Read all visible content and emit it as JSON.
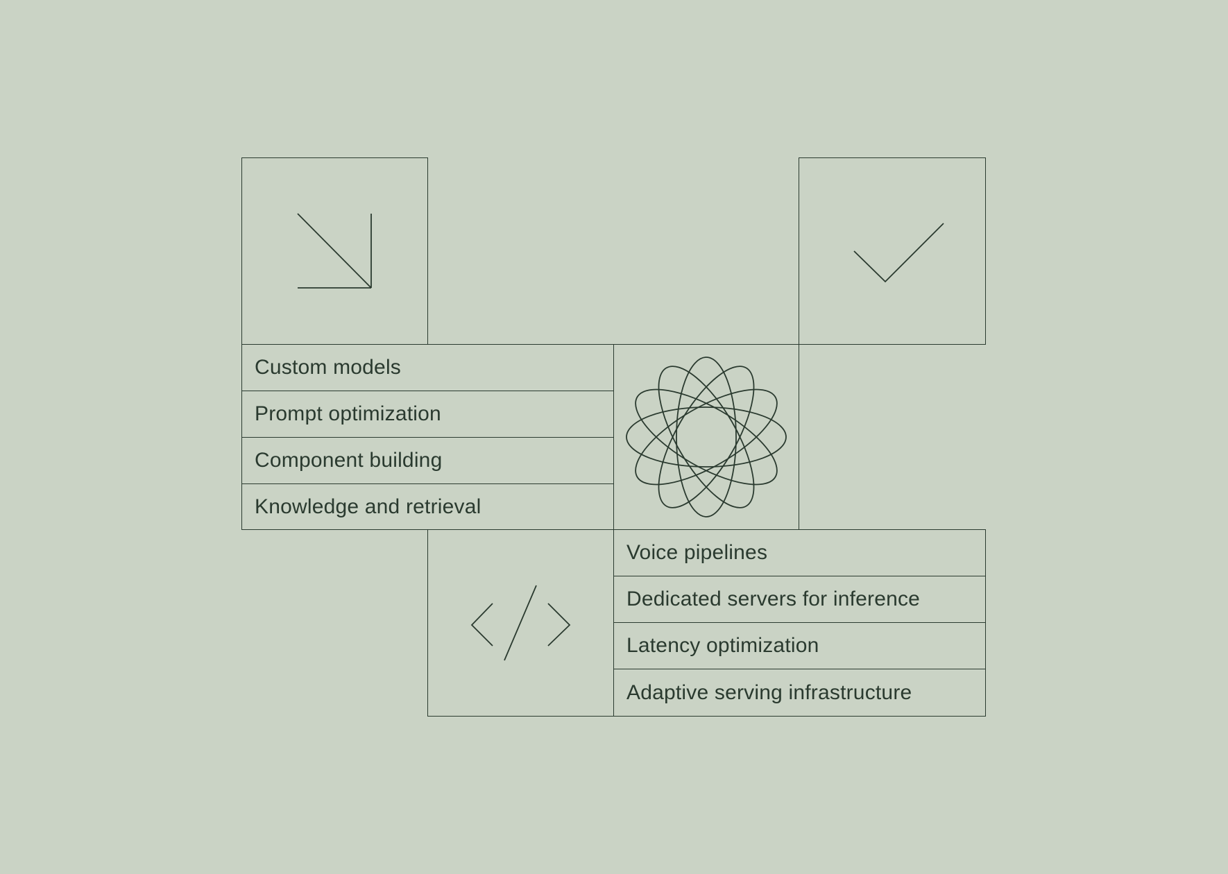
{
  "left_list": {
    "items": [
      {
        "label": "Custom models"
      },
      {
        "label": "Prompt optimization"
      },
      {
        "label": "Component building"
      },
      {
        "label": "Knowledge and retrieval"
      }
    ]
  },
  "right_list": {
    "items": [
      {
        "label": "Voice pipelines"
      },
      {
        "label": "Dedicated servers for inference"
      },
      {
        "label": "Latency optimization"
      },
      {
        "label": "Adaptive serving infrastructure"
      }
    ]
  },
  "icons": [
    "arrow-down-right-icon",
    "checkmark-icon",
    "atom-icon",
    "code-icon"
  ],
  "colors": {
    "background": "#cad3c5",
    "ink": "#2a3a2f"
  }
}
